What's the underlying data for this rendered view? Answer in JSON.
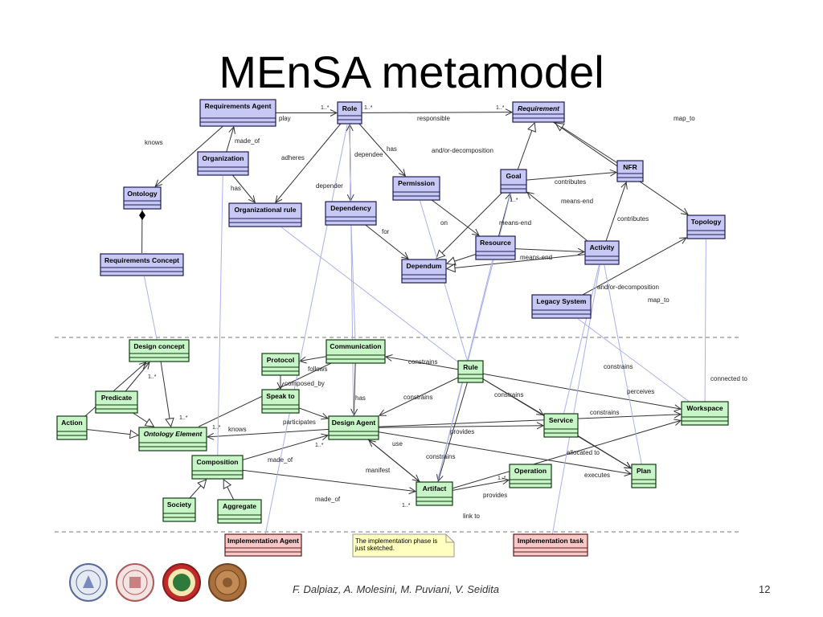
{
  "title": "MEnSA metamodel",
  "footer": "F. Dalpiaz, A. Molesini, M. Puviani, V. Seidita",
  "page_number": "12",
  "note": [
    "The implementation phase is",
    "just sketched."
  ],
  "colors": {
    "analysis": "#c8c8f5",
    "design": "#c8f5c8",
    "implementation": "#f8c8c8",
    "note": "#ffffc0"
  },
  "classes": [
    {
      "id": "req_agent",
      "label": "Requirements Agent",
      "layer": "analysis"
    },
    {
      "id": "role",
      "label": "Role",
      "layer": "analysis"
    },
    {
      "id": "requirement",
      "label": "Requirement",
      "layer": "analysis",
      "italic": true
    },
    {
      "id": "ontology",
      "label": "Ontology",
      "layer": "analysis"
    },
    {
      "id": "organization",
      "label": "Organization",
      "layer": "analysis"
    },
    {
      "id": "org_rule",
      "label": "Organizational rule",
      "layer": "analysis"
    },
    {
      "id": "dependency",
      "label": "Dependency",
      "layer": "analysis"
    },
    {
      "id": "permission",
      "label": "Permission",
      "layer": "analysis"
    },
    {
      "id": "goal",
      "label": "Goal",
      "layer": "analysis"
    },
    {
      "id": "nfr",
      "label": "NFR",
      "layer": "analysis"
    },
    {
      "id": "topology",
      "label": "Topology",
      "layer": "analysis"
    },
    {
      "id": "req_concept",
      "label": "Requirements Concept",
      "layer": "analysis"
    },
    {
      "id": "resource",
      "label": "Resource",
      "layer": "analysis"
    },
    {
      "id": "dependum",
      "label": "Dependum",
      "layer": "analysis"
    },
    {
      "id": "activity",
      "label": "Activity",
      "layer": "analysis"
    },
    {
      "id": "legacy",
      "label": "Legacy System",
      "layer": "analysis"
    },
    {
      "id": "design_concept",
      "label": "Design concept",
      "layer": "design"
    },
    {
      "id": "communication",
      "label": "Communication",
      "layer": "design"
    },
    {
      "id": "protocol",
      "label": "Protocol",
      "layer": "design"
    },
    {
      "id": "rule",
      "label": "Rule",
      "layer": "design"
    },
    {
      "id": "predicate",
      "label": "Predicate",
      "layer": "design"
    },
    {
      "id": "speak_to",
      "label": "Speak to",
      "layer": "design"
    },
    {
      "id": "action",
      "label": "Action",
      "layer": "design"
    },
    {
      "id": "ontology_el",
      "label": "Ontology Element",
      "layer": "design",
      "italic": true
    },
    {
      "id": "design_agent",
      "label": "Design Agent",
      "layer": "design"
    },
    {
      "id": "service",
      "label": "Service",
      "layer": "design"
    },
    {
      "id": "workspace",
      "label": "Workspace",
      "layer": "design"
    },
    {
      "id": "composition",
      "label": "Composition",
      "layer": "design"
    },
    {
      "id": "operation",
      "label": "Operation",
      "layer": "design"
    },
    {
      "id": "plan",
      "label": "Plan",
      "layer": "design"
    },
    {
      "id": "artifact",
      "label": "Artifact",
      "layer": "design"
    },
    {
      "id": "society",
      "label": "Society",
      "layer": "design"
    },
    {
      "id": "aggregate",
      "label": "Aggregate",
      "layer": "design"
    },
    {
      "id": "impl_agent",
      "label": "Implementation Agent",
      "layer": "implementation"
    },
    {
      "id": "impl_task",
      "label": "Implementation task",
      "layer": "implementation"
    }
  ],
  "edge_labels": [
    "knows",
    "play",
    "made_of",
    "has",
    "adheres",
    "depender",
    "dependee",
    "has",
    "responsible",
    "and/or-decomposition",
    "contributes",
    "means-end",
    "contributes",
    "map_to",
    "on",
    "means-end",
    "for",
    "means-end",
    "and/or-decomposition",
    "map_to",
    "follows",
    "composed_by",
    "has",
    "constrains",
    "constrains",
    "constrains",
    "constrains",
    "perceives",
    "connected to",
    "constrains",
    "participates",
    "knows",
    "provides",
    "use",
    "made_of",
    "manifest",
    "constrains",
    "allocated to",
    "executes",
    "provides",
    "made_of",
    "link to"
  ],
  "multiplicities": [
    "1..*",
    "1..*",
    "1..*",
    "1..*",
    "1..*",
    "1..*",
    "1..*",
    "1..*",
    "1..*",
    "1..*"
  ]
}
